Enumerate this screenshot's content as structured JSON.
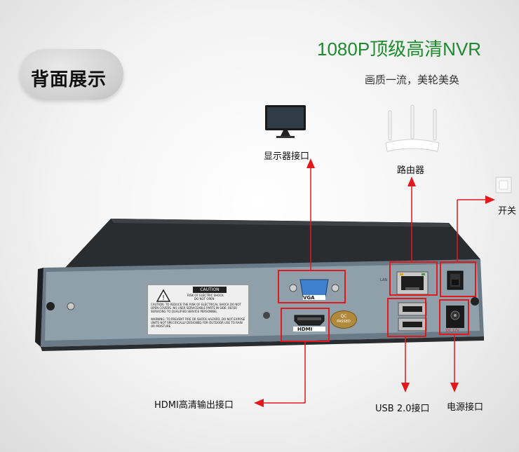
{
  "badge": {
    "text": "背面展示"
  },
  "header": {
    "title": "1080P顶级高清NVR",
    "subtitle": "画质一流，美轮美奂"
  },
  "callouts": {
    "monitor": "显示器接口",
    "router": "路由器",
    "switch": "开关",
    "hdmi": "HDMI高清输出接口",
    "usb": "USB 2.0接口",
    "power": "电源接口"
  },
  "device": {
    "vga_label": "VGA",
    "hdmi_label": "HDMI",
    "lan_label": "LAN",
    "caution_title": "CAUTION",
    "caution_sub1": "RISK OF ELECTRIC SHOCK",
    "caution_sub2": "DO NOT OPEN",
    "caution_text1": "CAUTION: TO REDUCE THE RISK OF ELECTRICAL SHOCK DO NOT OPEN COVERS. NO USER SERVICEABLE PARTS IN SIDE. REFER SERVICING TO QUALIFIED SERVICE PERSONNEL",
    "caution_text2": "WARNING: TO PREVENT FIRE OR SHOCK HAZARD, DO NOT EXPOSE UNITS NOT SPECIFICALLY DESIGNED FOR OUTDOOR USE TO RAIN OR MOISTURE",
    "qc_top": "QC",
    "qc_bottom": "PASSED",
    "power_label": "DC 12V"
  },
  "colors": {
    "accent_red": "#e1191d",
    "title_green": "#1e8a2e"
  }
}
